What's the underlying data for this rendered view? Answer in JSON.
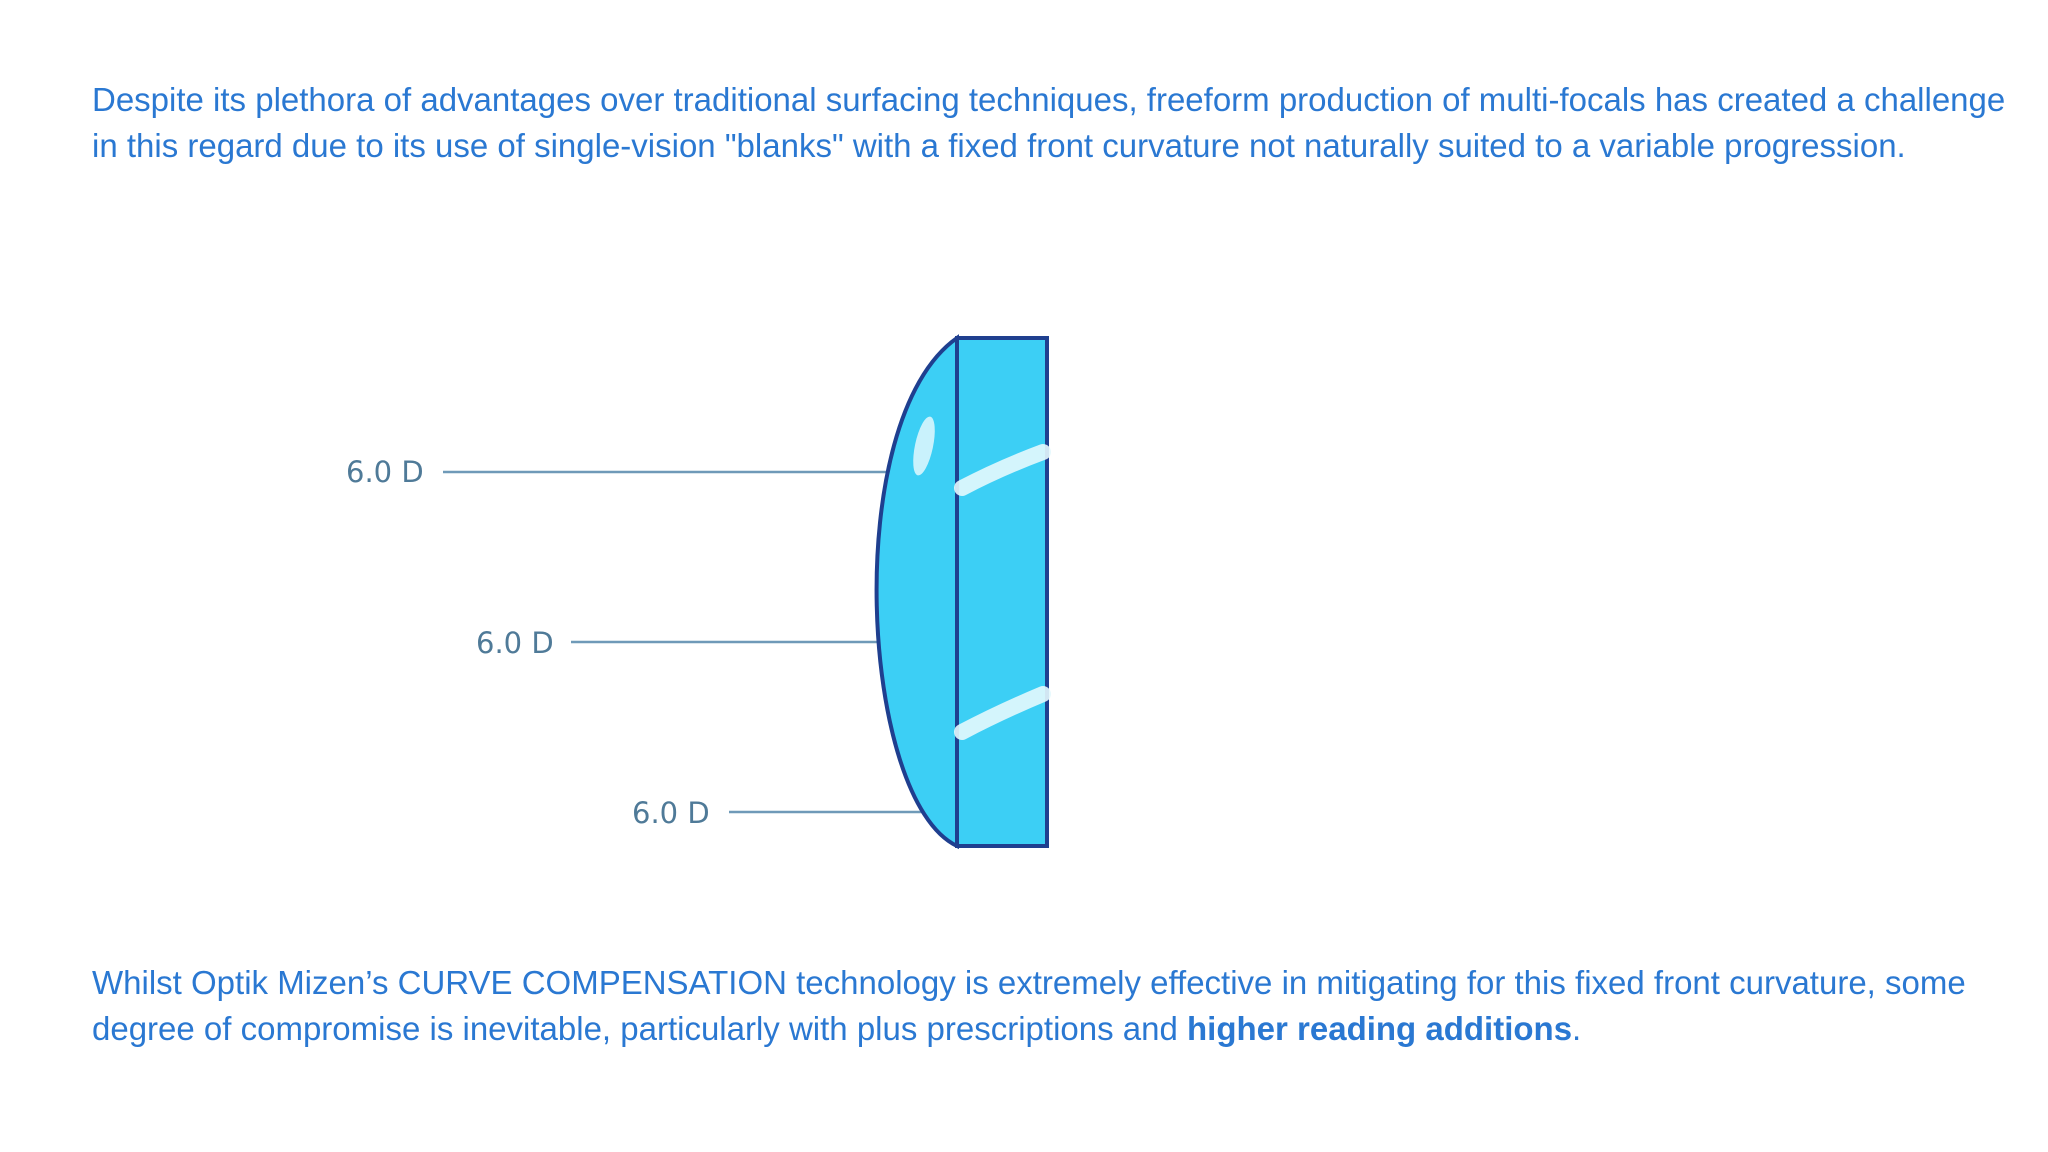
{
  "text": {
    "intro": "Despite its plethora of advantages over traditional surfacing techniques, freeform production of multi-focals has created a challenge in this regard due to its use of single-vision \"blanks\" with a fixed front curvature not naturally suited to a variable progression.",
    "outro_prefix": "Whilst Optik Mizen’s CURVE COMPENSATION technology is extremely effective in mitigating for this fixed front curvature, some degree of compromise is inevitable, particularly with plus prescriptions and ",
    "outro_emphasis": "higher reading additions",
    "outro_suffix": "."
  },
  "diagram": {
    "labels": [
      "6.0 D",
      "6.0 D",
      "6.0 D"
    ],
    "colors": {
      "text": "#2a78d2",
      "lens_fill": "#3ccff5",
      "lens_outline": "#1f3f8f",
      "leader_line": "#6f9ab8",
      "label": "#4f7a98"
    }
  }
}
